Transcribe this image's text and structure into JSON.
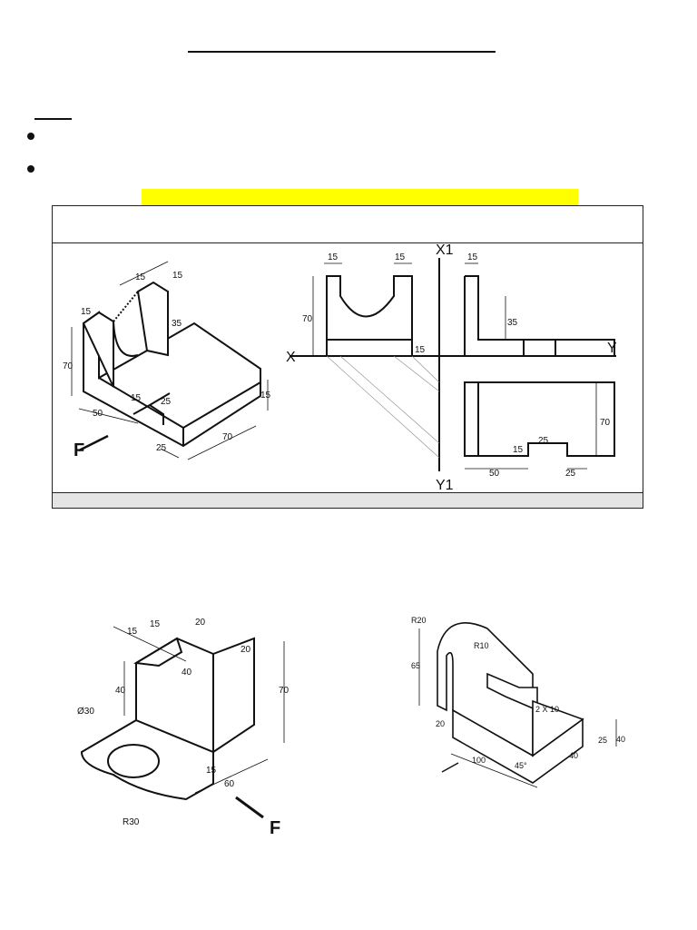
{
  "example": {
    "isometric": {
      "dims": [
        "15",
        "15",
        "15",
        "35",
        "70",
        "15",
        "25",
        "50",
        "25",
        "70",
        "15"
      ],
      "view_arrow": "F"
    },
    "orthographic": {
      "x1": "X1",
      "y1": "Y1",
      "x": "X",
      "y": "Y",
      "front_dims": [
        "15",
        "15",
        "70",
        "15"
      ],
      "side_dims": [
        "15",
        "35"
      ],
      "plan_dims": [
        "70",
        "15",
        "25",
        "50",
        "25"
      ]
    }
  },
  "exercise1": {
    "dims": [
      "15",
      "15",
      "20",
      "20",
      "40",
      "40",
      "70",
      "Ø30",
      "15",
      "60",
      "R30"
    ],
    "view_arrow": "F"
  },
  "exercise2": {
    "dims": [
      "R20",
      "R10",
      "65",
      "20",
      "100",
      "2 X 10",
      "25",
      "40",
      "40",
      "45°"
    ]
  },
  "colors": {
    "highlight": "#ffff00",
    "ink": "#111111",
    "footer_band": "#e4e4e4"
  }
}
